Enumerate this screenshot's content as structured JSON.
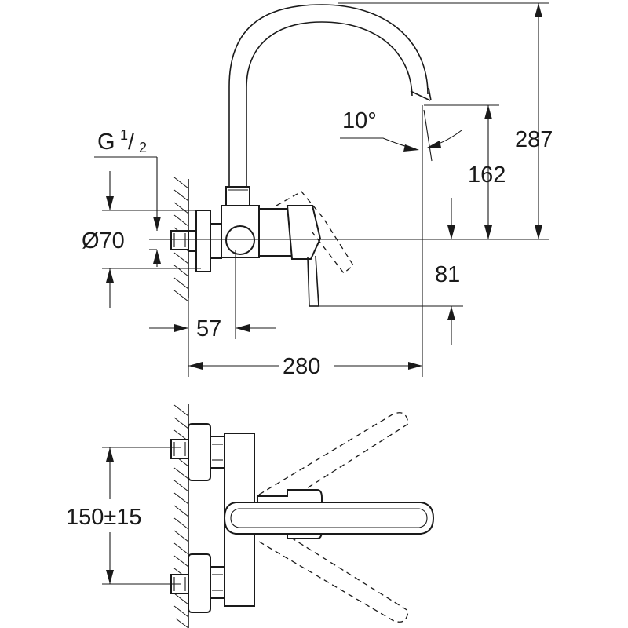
{
  "dimensions": {
    "height_total": "287",
    "height_spout": "162",
    "depth_lever": "81",
    "angle": "10°",
    "thread_g": "G",
    "thread_num": "1",
    "thread_slash": "/",
    "thread_den": "2",
    "rosette_diameter": "Ø70",
    "offset": "57",
    "projection": "280",
    "spacing": "150±15"
  }
}
